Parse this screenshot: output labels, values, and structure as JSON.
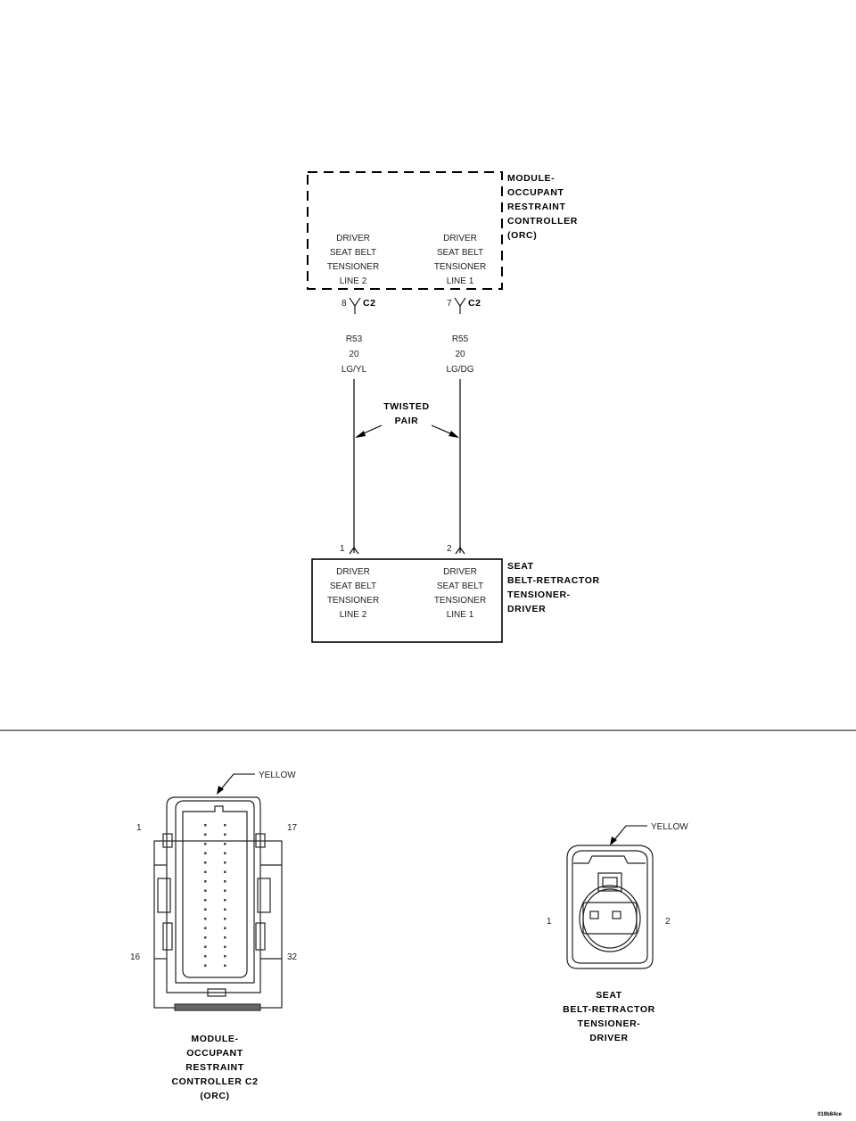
{
  "orc_module": {
    "title_lines": [
      "MODULE-",
      "OCCUPANT",
      "RESTRAINT",
      "CONTROLLER",
      "(ORC)"
    ],
    "left_func": [
      "DRIVER",
      "SEAT BELT",
      "TENSIONER",
      "LINE 2"
    ],
    "right_func": [
      "DRIVER",
      "SEAT BELT",
      "TENSIONER",
      "LINE 1"
    ]
  },
  "wires": {
    "left": {
      "pin": "8",
      "connector": "C2",
      "circuit": "R53",
      "gauge": "20",
      "color": "LG/YL"
    },
    "right": {
      "pin": "7",
      "connector": "C2",
      "circuit": "R55",
      "gauge": "20",
      "color": "LG/DG"
    },
    "twisted_pair": [
      "TWISTED",
      "PAIR"
    ]
  },
  "retractor": {
    "title_lines": [
      "SEAT",
      "BELT-RETRACTOR",
      "TENSIONER-",
      "DRIVER"
    ],
    "left_pin": "1",
    "right_pin": "2",
    "left_func": [
      "DRIVER",
      "SEAT BELT",
      "TENSIONER",
      "LINE 2"
    ],
    "right_func": [
      "DRIVER",
      "SEAT BELT",
      "TENSIONER",
      "LINE 1"
    ]
  },
  "orc_connector": {
    "color_label": "YELLOW",
    "pin_labels": [
      "1",
      "17",
      "16",
      "32"
    ],
    "caption_lines": [
      "MODULE-",
      "OCCUPANT",
      "RESTRAINT",
      "CONTROLLER C2",
      "(ORC)"
    ]
  },
  "retractor_connector": {
    "color_label": "YELLOW",
    "pin_labels": [
      "1",
      "2"
    ],
    "caption_lines": [
      "SEAT",
      "BELT-RETRACTOR",
      "TENSIONER-",
      "DRIVER"
    ]
  },
  "figure_id": "019b84ce"
}
